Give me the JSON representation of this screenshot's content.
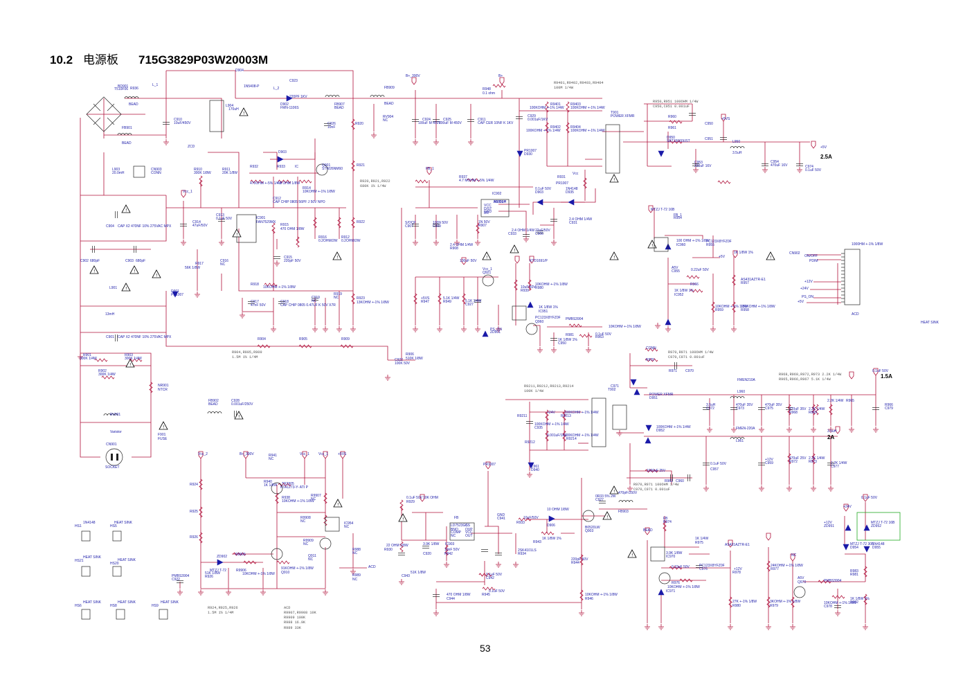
{
  "title": {
    "section": "10.2",
    "name": "电源板",
    "part": "715G3829P03W20003M"
  },
  "page_number": "53",
  "currents": [
    "2.5A",
    "1.5A",
    "2A"
  ],
  "notes": [
    "R9401,R9402,R9403,R9404",
    "100M 1/4W",
    "R950,R951 100OHM 1/4W",
    "C950,C951 0.001uF",
    "R920,R921,R922",
    "680K 1% 1/4W",
    "R904,R905,R909",
    "1.5M 1% 1/4M",
    "R970,R971 100OHM 1/4W",
    "C970,C971 0.001uF",
    "R968,R969,R972,R973 2.2K 1/4W",
    "R965,R966,R967 5.1K 1/4W",
    "R9211,R9212,R9213,R9214",
    "100K 1/4W",
    "R924,R925,R926",
    "1.5M 1% 1/4M",
    "ACD",
    "R9907,R9908 10K",
    "R9909 100K",
    "R988 16.9K",
    "R989 33K",
    "R970,R971 100OHM 1/4W",
    "C970,C971 0.001uF"
  ],
  "labels": [
    "BD901",
    "T510F06",
    "L_1",
    "R936",
    "BEAD",
    "D904",
    "1N5408-P",
    "C923",
    "L_2",
    "220PF 1KV",
    "D902",
    "FMN-1106S",
    "FB907",
    "BEAD",
    "FB909",
    "BEAD",
    "C926",
    "10nF",
    "B+_390V",
    "RV904",
    "NC",
    "R920",
    "C924",
    "100uF M 450V",
    "C925",
    "100uF M 450V",
    "C911",
    "CAP CER 10NF K 1KV",
    "R948",
    "0.1 ohm",
    "B+",
    "R9401",
    "100KOHM +-1% 1/4W",
    "R9403",
    "100KOHM +-1% 1/4W",
    "C929",
    "0.001uF/1KV",
    "R9402",
    "100KOHM +-1% 1/4W",
    "R9404",
    "100KOHM +-1% 1/4W",
    "T901",
    "POWER XFMR",
    "R960",
    "C950",
    "R961",
    "C951",
    "D950",
    "SBT15060UST",
    "L950",
    "3.5uH",
    "C953",
    "330uF 16V",
    "C954",
    "470uF 16V",
    "C974",
    "0.1uF 50V",
    "+5V",
    "+5VS",
    "C910",
    "10uF/450V",
    "L904",
    "170uH",
    "FB901",
    "BEAD",
    "ZCD",
    "R911",
    "20K 1/8W",
    "R932",
    "D903",
    "R933",
    "IC",
    "Q901",
    "STW26NM60",
    "R921",
    "R910",
    "300K 1/8W",
    "L903",
    "20.0mH",
    "CN903",
    "CONN",
    "470OHM +-5% 1/4W",
    "4.7 OHM 1/8W",
    "R914",
    "10KOHM +-1% 1/8W",
    "Vcc_1",
    "C912",
    "CAP CHIP 0805 56PF J 50V NPO",
    "C914",
    "47uF/50V",
    "C913",
    "0.1uF 50V",
    "IC901",
    "FAN7529MX",
    "R915",
    "470 OHM 1/8W",
    "R916",
    "0.2OHM/2W",
    "R912",
    "0.2OHM/2W",
    "R922",
    "C904",
    "CAP X2 470NF 10% 275VAC MPX",
    "C902",
    "680pF",
    "C903",
    "680pF",
    "R917",
    "56K 1/8W",
    "C916",
    "NC",
    "C915",
    "220pF 50V",
    "R918",
    "10KOHM +-1% 1/8W",
    "C917",
    "47nF 50V",
    "C918",
    "CAP CHIP 0805 0.47UF K 50V X7R",
    "C919",
    "NC",
    "R919",
    "NC",
    "R923",
    "13KOHM +-1% 1/8W",
    "L901",
    "13mH",
    "D901",
    "PR1007",
    "C901",
    "CAP X2 470NF 10% 275VAC MPX",
    "R904",
    "R905",
    "R909",
    "R901",
    "300K 1/4W",
    "R903",
    "300K 1/4W",
    "R902",
    "300K 1/4W",
    "C922",
    "R906",
    "510K 1/8W",
    "100K 50V",
    "NR901",
    "NTCR",
    "FB902",
    "BEAD",
    "C928",
    "0.001uF/250V",
    "RV901",
    "Varistor",
    "F901",
    "FUSE",
    "CN901",
    "SOCKET",
    "FB_1",
    "R937",
    "4.7 MOHM +-5% 1/4W",
    "IC902",
    "A6069H",
    "FB/OLP",
    "VCC",
    "GND",
    "D/ST",
    "BR",
    "S/OCP",
    "C907",
    "100N 50V",
    "C909",
    "1N 50V",
    "R907",
    "2.4 OHM 1/4W",
    "R908",
    "2.4 OHM 1/4W",
    "C933",
    "22uF/50V",
    "C906",
    "0.1uF 50V",
    "D903",
    "1N4148",
    "D935",
    "PR1007",
    "D930",
    "PR1007",
    "Vcc",
    "R931",
    "2.4 OHM 1/4W",
    "C931",
    "100uF 50V",
    "Vcc_1",
    "Q921",
    "KTD1691/P",
    "+5VS",
    "R947",
    "5.1K 1/4W",
    "R949",
    "5.1K 1/4W",
    "C927",
    "10uF/50V",
    "R939",
    "10KOHM +-1% 1/8W",
    "R980",
    "1K 1/8W 1%",
    "IC951",
    "PC123X8YFZ0F",
    "Q960",
    "PMBS3904",
    "R981",
    "1K 1/8W 1%",
    "C950",
    "0.1uF 50V",
    "R963",
    "10KOHM +-1% 1/8W",
    "PS_ON",
    "ZD901",
    "MTZJ T-72 16B",
    "FB_1",
    "R954",
    "100 OHM +-1% 1/8W",
    "IC960",
    "PC123X8YFZ0F",
    "R955",
    "1K 1/8W 1%",
    "+5V",
    "A5V",
    "C955",
    "0.22uF 50V",
    "R966",
    "1K 1/8W 1%",
    "IC952",
    "AS431AZTR-E1",
    "R957",
    "10KOHM +-1% 1/8W",
    "R959",
    "150KOHM +-1% 1/8W",
    "R958",
    "1000HM +-1% 1/8W",
    "CN902",
    "ON/OFF",
    "PDIM",
    "+12V",
    "+24V",
    "PS_ON",
    "+5V",
    "ACD",
    "CONN",
    "R970",
    "R971",
    "C970",
    "C971",
    "T902",
    "POWER XFMR",
    "D951",
    "FMEN210A",
    "L960",
    "3.5uH",
    "C972",
    "470uF 35V",
    "C973",
    "470uF 35V",
    "C975",
    "470uF 35V",
    "R968",
    "2.2K 1/4W",
    "R969",
    "2.2K 1/4W",
    "R965",
    "R966",
    "C979",
    "0.1uF 50V",
    "+24V",
    "R9211",
    "100KOHM +-1% 1/4W",
    "R9213",
    "100KOHM +-1% 1/4W",
    "C935",
    "0.001uF/1KV",
    "R9212",
    "100KOHM +-1% 1/4W",
    "R9214",
    "100KOHM +-1% 1/4W",
    "D952",
    "FMEN-220A",
    "L961",
    "3.5uH",
    "+12V",
    "C959",
    "470uF 25V",
    "R972",
    "2.2K 1/4W",
    "R973",
    "2.2K 1/4W",
    "C977",
    "0.1uF 50V",
    "C957",
    "1000uF 25V",
    "R962",
    "C960",
    "C961",
    "D940",
    "PR1007",
    "Vcc_2",
    "B+_390V",
    "Vcc_1",
    "Vcc_1",
    "+5VS",
    "R941",
    "NC",
    "R940",
    "1K 1/8W",
    "TR2905",
    "KTA1273-Y- ATI P",
    "R938",
    "10KOHM +-1% 1/8W",
    "R9907",
    "NC",
    "R9908",
    "NC",
    "R9909",
    "NC",
    "IC954",
    "NC",
    "Q911",
    "NC",
    "R988",
    "NC",
    "R989",
    "NC",
    "ACD",
    "R924",
    "R925",
    "R926",
    "ZD902",
    "MTZJ T-72",
    "R9905",
    "R9906",
    "10KOHM +-1% 1/8W",
    "51K 1/8W",
    "R926",
    "91KOHM +-1% 1/8W",
    "Q910",
    "PMBS3904",
    "C922",
    "0.1uF 50V",
    "R929",
    "10K OHM",
    "FB",
    "IC903",
    "LD7523GS",
    "BNO",
    "COMP",
    "NC",
    "CS",
    "OVP",
    "VCC",
    "OUT",
    "GND",
    "C941",
    "10uF/50V",
    "R933",
    "10 OHM 1/8W",
    "D906",
    "B0520LW",
    "Q903",
    "2SK4101LS",
    "R934",
    "1K 1/8W 1%",
    "R943",
    "22 OHM 1/8W",
    "R930",
    "3.9K 1/8W",
    "C920",
    "10nF 50V",
    "R942",
    "51K 1/8W",
    "C943",
    "0.1uF 50V",
    "C942",
    "0.1uF 50V",
    "R945",
    "470 OHM 1/8W",
    "C944",
    "220pF 50V",
    "R944",
    "10KOHM +-1% 1/8W",
    "R946",
    "0R33 5% 2W",
    "C927",
    "470pF/250V",
    "FB903",
    "BEAD",
    "FB",
    "R974",
    "1K 1/4W",
    "R975",
    "3.9K 1/8W",
    "IC970",
    "PC123X8YFZ0F",
    "C976",
    "0.33uF 50V",
    "R976",
    "10KOHM +-1% 1/8W",
    "IC971",
    "AS431AZTR-E1",
    "+12V",
    "R978",
    "24KOHM +-1% 1/8W",
    "R977",
    "27K +-1% 1/8W",
    "R980",
    "3KOHM +-1% 1/8W",
    "R979",
    "NC",
    "A5V",
    "Q970",
    "PMBS3904",
    "R983",
    "R981",
    "1K 1/8W 1%",
    "R982",
    "10KOHM +-1% 1/8W",
    "C978",
    "0.1uF 50V",
    "+24V",
    "+12V",
    "ZD951",
    "MTZJ T-72 16B",
    "ZD952",
    "MTZJ T-72 30B",
    "D954",
    "1N4148",
    "D955",
    "1N4148",
    "HS1",
    "HEAT SINK",
    "HS5",
    "HEAT SINK",
    "HS21",
    "HEAT SINK",
    "HS20",
    "HEAT SINK",
    "HS6",
    "HEAT SINK",
    "HS8",
    "HEAT SINK",
    "HS9",
    "HEAT SINK"
  ]
}
